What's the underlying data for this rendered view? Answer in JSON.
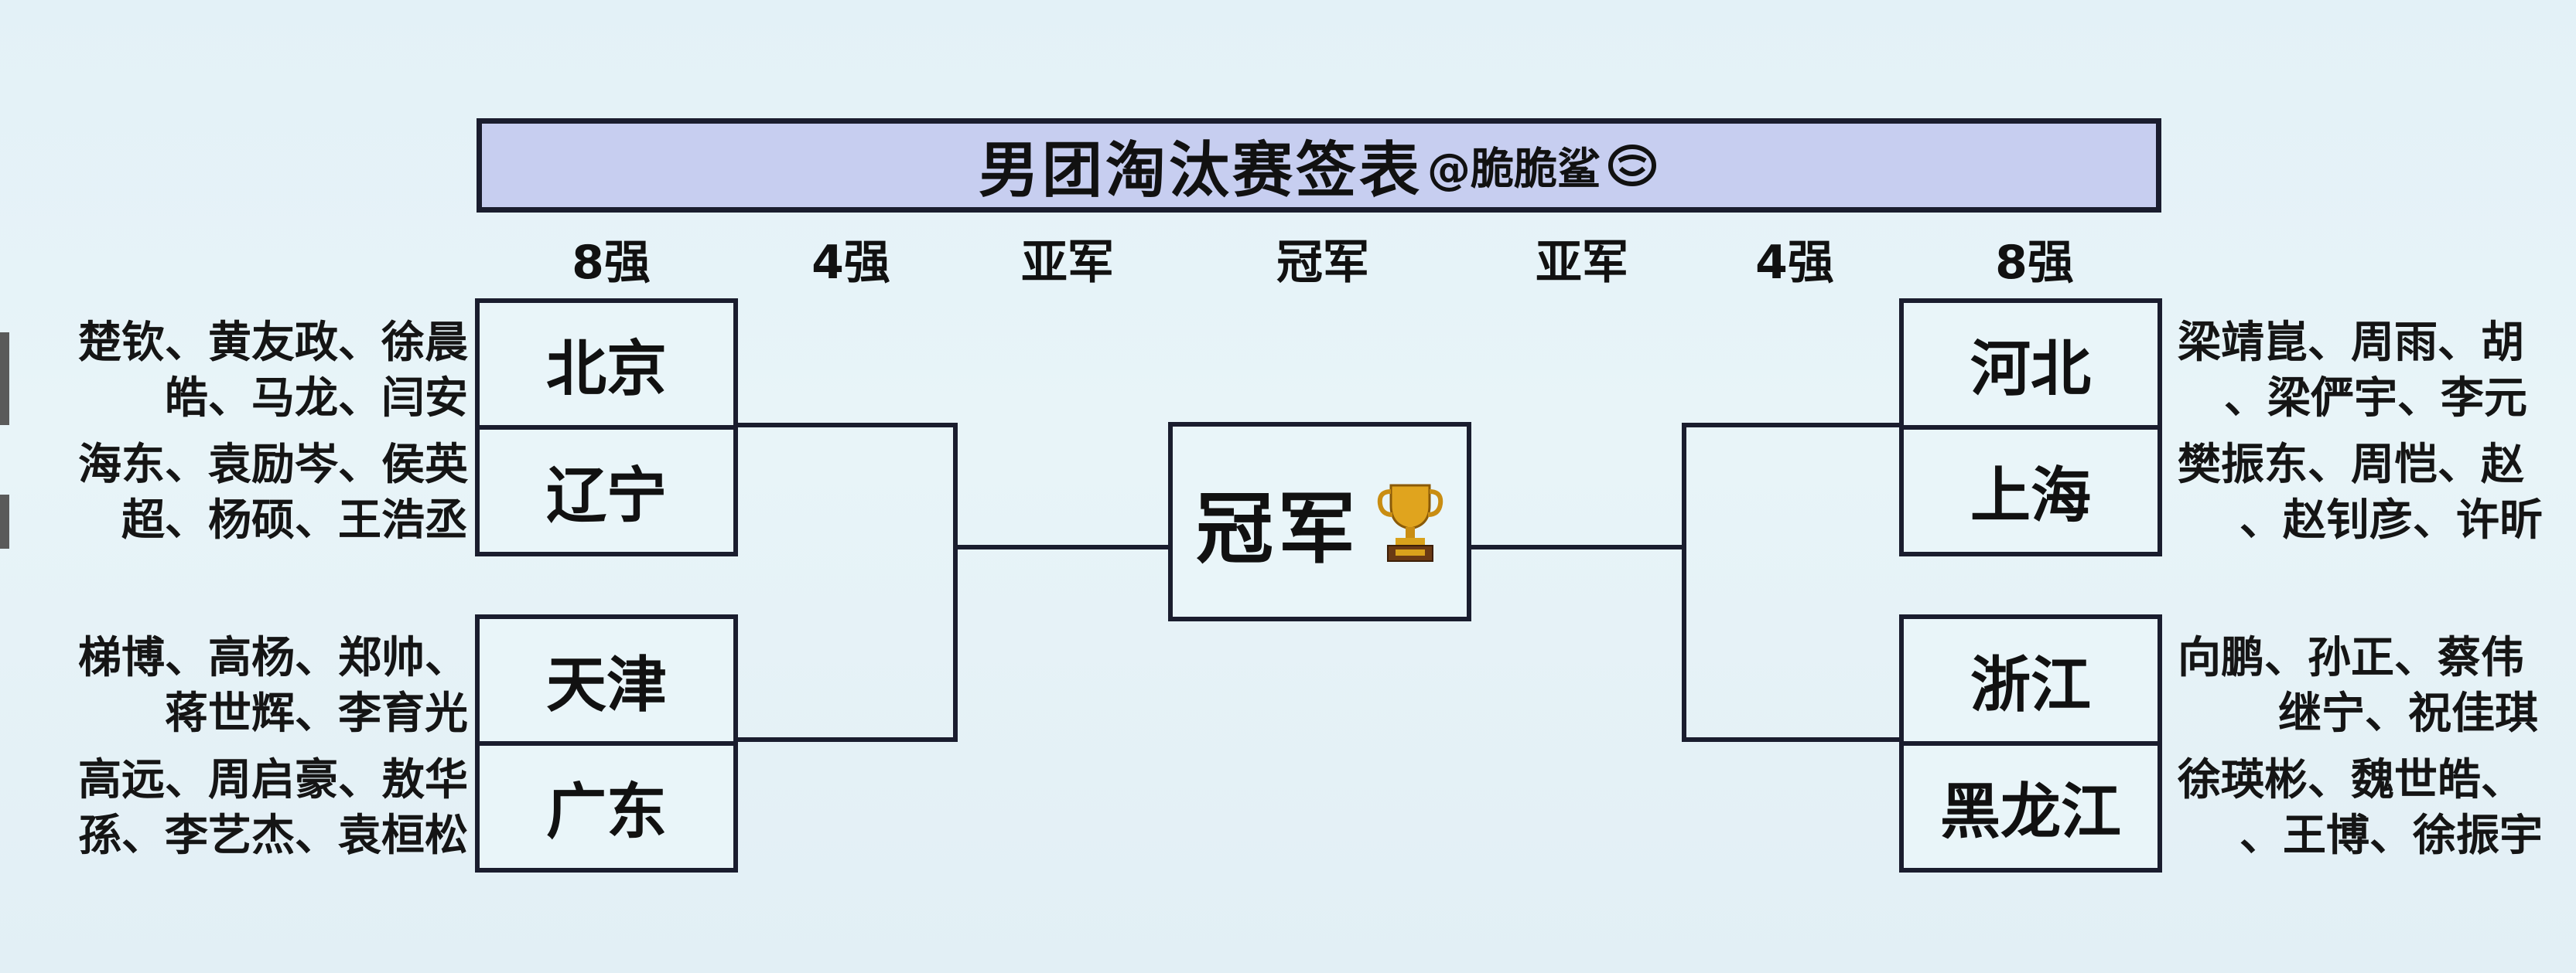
{
  "title": {
    "main": "男团淘汰赛签表",
    "handle": "@脆脆鲨",
    "handle_icon": "smile-emoji-icon"
  },
  "rounds": {
    "left": [
      "8强",
      "4强",
      "亚军"
    ],
    "center": "冠军",
    "right": [
      "亚军",
      "4强",
      "8强"
    ]
  },
  "bracket": {
    "left": [
      {
        "team": "北京",
        "players": [
          "楚钦、黄友政、徐晨",
          "皓、马龙、闫安"
        ]
      },
      {
        "team": "辽宁",
        "players": [
          "海东、袁励岑、侯英",
          "超、杨硕、王浩丞"
        ]
      },
      {
        "team": "天津",
        "players": [
          "梯博、高杨、郑帅、",
          "蒋世辉、李育光"
        ]
      },
      {
        "team": "广东",
        "players": [
          "高远、周启豪、敖华",
          "孫、李艺杰、袁桓松"
        ]
      }
    ],
    "right": [
      {
        "team": "河北",
        "players": [
          "梁靖崑、周雨、胡",
          "、梁俨宇、李元"
        ]
      },
      {
        "team": "上海",
        "players": [
          "樊振东、周恺、赵",
          "、赵钊彦、许昕"
        ]
      },
      {
        "team": "浙江",
        "players": [
          "向鹏、孙正、蔡伟",
          "继宁、祝佳琪"
        ]
      },
      {
        "team": "黑龙江",
        "players": [
          "徐瑛彬、魏世皓、",
          "、王博、徐振宇"
        ]
      }
    ]
  },
  "champion": {
    "label": "冠军",
    "icon": "trophy-icon"
  },
  "colors": {
    "background": "#e6f3f7",
    "title_fill": "#c7cef0",
    "line": "#1a1d2e",
    "trophy": "#d9a21c"
  }
}
